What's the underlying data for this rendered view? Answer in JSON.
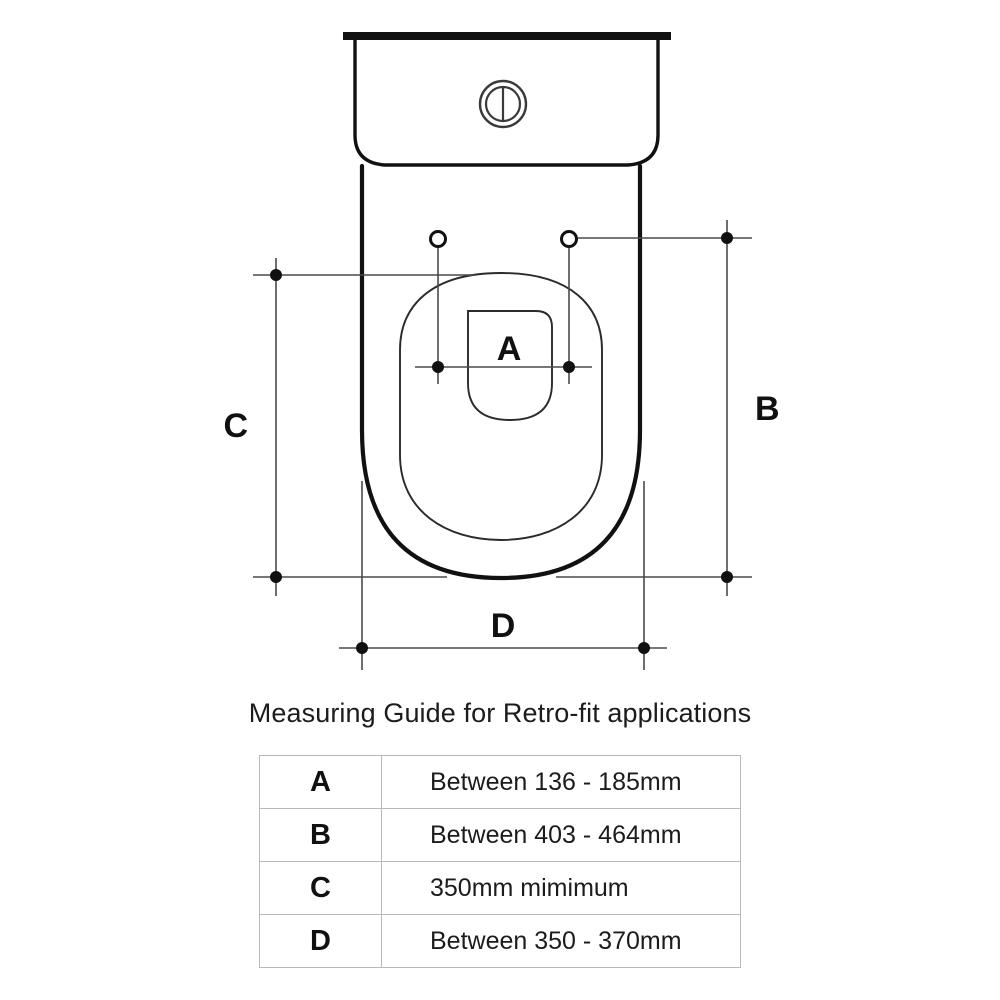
{
  "diagram": {
    "title": "Toilet pan and cistern plan view with retro-fit dimensions",
    "labels": {
      "a": "A",
      "b": "B",
      "c": "C",
      "d": "D"
    },
    "parts": {
      "cistern_lid": "cistern-lid",
      "cistern_body": "cistern-body",
      "flush_button": "dual-flush-button",
      "pan_outline": "pan-outline",
      "bowl_rim": "bowl-rim",
      "water_area": "water-area",
      "seat_fixing_hole_left": "seat-fixing-hole-left",
      "seat_fixing_hole_right": "seat-fixing-hole-right"
    },
    "colors": {
      "line": "#111111",
      "thin_line": "#2b2b2b",
      "dimension_line": "#4a4a4a",
      "background": "#ffffff",
      "table_border": "#b9b9b9"
    }
  },
  "caption": {
    "text": "Measuring Guide for Retro-fit applications"
  },
  "table": {
    "rows": [
      {
        "key": "A",
        "value": "Between 136 - 185mm"
      },
      {
        "key": "B",
        "value": "Between 403 - 464mm"
      },
      {
        "key": "C",
        "value": "350mm mimimum"
      },
      {
        "key": "D",
        "value": "Between 350 - 370mm"
      }
    ]
  }
}
